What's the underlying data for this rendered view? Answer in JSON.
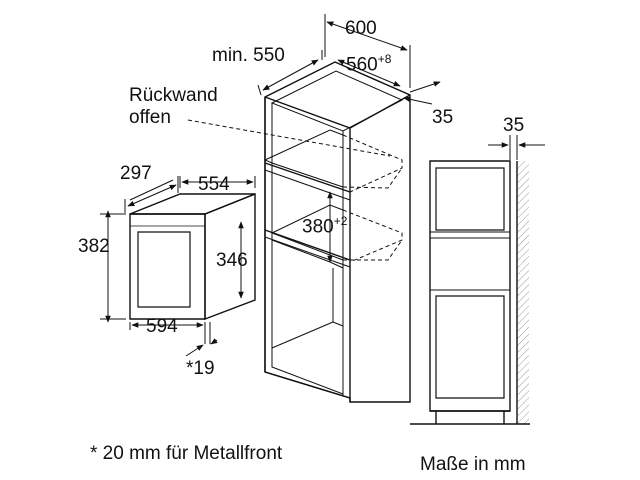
{
  "diagram": {
    "microwave": {
      "depth": "297",
      "width_top": "554",
      "height_outer": "382",
      "height_inner": "346",
      "width_bottom": "594",
      "front_offset": "*19"
    },
    "cabinet": {
      "min_depth": "min. 550",
      "width_outer": "600",
      "width_inner": "560",
      "width_inner_tol": "+8",
      "back_gap": "35",
      "niche_height": "380",
      "niche_height_tol": "+2",
      "back_wall_line1": "Rückwand",
      "back_wall_line2": "offen"
    },
    "side_view": {
      "gap": "35"
    },
    "footnote": "* 20 mm für Metallfront",
    "units_note": "Maße in mm"
  }
}
